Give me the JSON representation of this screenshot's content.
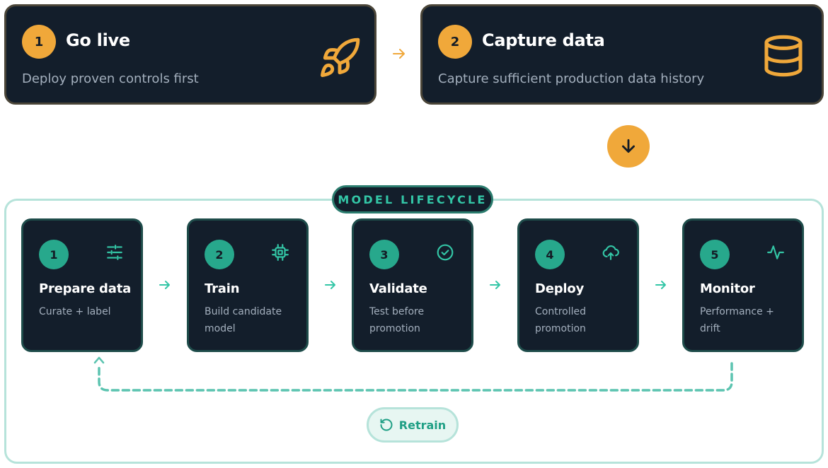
{
  "top_steps": [
    {
      "number": "1",
      "title": "Go live",
      "description": "Deploy proven controls first",
      "icon": "rocket-icon"
    },
    {
      "number": "2",
      "title": "Capture data",
      "description": "Capture sufficient production data history",
      "icon": "database-icon"
    }
  ],
  "lifecycle": {
    "label": "MODEL LIFECYCLE",
    "steps": [
      {
        "number": "1",
        "title": "Prepare data",
        "description": "Curate + label",
        "icon": "sliders-icon"
      },
      {
        "number": "2",
        "title": "Train",
        "description": "Build candidate model",
        "icon": "chip-icon"
      },
      {
        "number": "3",
        "title": "Validate",
        "description": "Test before promotion",
        "icon": "check-circle-icon"
      },
      {
        "number": "4",
        "title": "Deploy",
        "description": "Controlled promotion",
        "icon": "cloud-upload-icon"
      },
      {
        "number": "5",
        "title": "Monitor",
        "description": "Performance + drift",
        "icon": "pulse-icon"
      }
    ],
    "loop_label": "Retrain"
  },
  "colors": {
    "accent_orange": "#f0a83a",
    "accent_teal": "#27a88c",
    "card_bg": "#131e2b",
    "loop_line": "#5cc4b0"
  }
}
